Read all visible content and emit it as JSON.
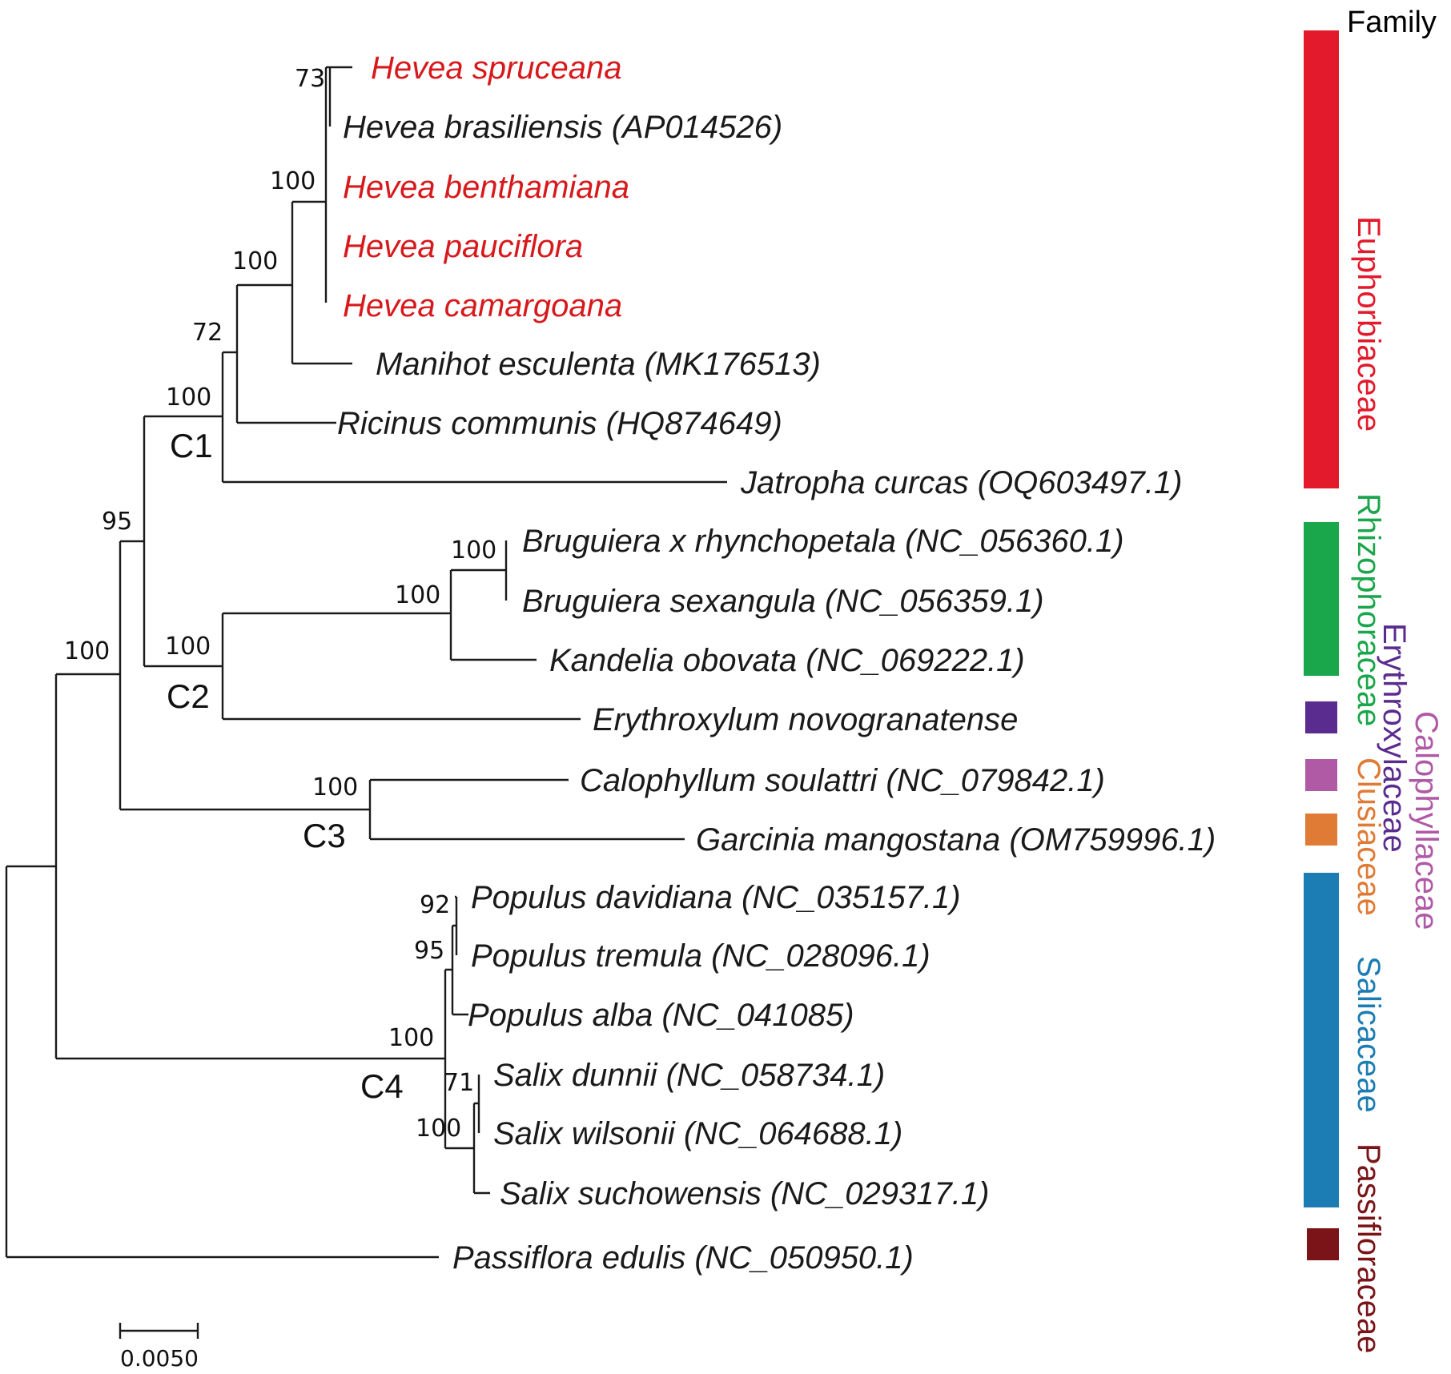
{
  "legend_header": "Family",
  "scale_label": "0.0050",
  "colors": {
    "highlight": "#d7191c",
    "normal": "#1a1a1a",
    "euphorbiaceae": "#e31a2b",
    "rhizophoraceae": "#1aa64a",
    "erythroxylaceae": "#5b2c8f",
    "calophyllaceae": "#b05aa6",
    "clusiaceae": "#e07b35",
    "salicaceae": "#1b7db3",
    "passifloraceae": "#7a1419"
  },
  "taxa": [
    {
      "label": "Hevea spruceana",
      "highlight": true
    },
    {
      "label": "Hevea brasiliensis (AP014526)",
      "highlight": false
    },
    {
      "label": "Hevea benthamiana",
      "highlight": true
    },
    {
      "label": "Hevea pauciflora",
      "highlight": true
    },
    {
      "label": "Hevea camargoana",
      "highlight": true
    },
    {
      "label": "Manihot esculenta (MK176513)",
      "highlight": false
    },
    {
      "label": "Ricinus communis (HQ874649)",
      "highlight": false
    },
    {
      "label": "Jatropha curcas (OQ603497.1)",
      "highlight": false
    },
    {
      "label": "Bruguiera x rhynchopetala (NC_056360.1)",
      "highlight": false
    },
    {
      "label": "Bruguiera sexangula (NC_056359.1)",
      "highlight": false
    },
    {
      "label": "Kandelia obovata (NC_069222.1)",
      "highlight": false
    },
    {
      "label": "Erythroxylum novogranatense",
      "highlight": false
    },
    {
      "label": "Calophyllum soulattri (NC_079842.1)",
      "highlight": false
    },
    {
      "label": "Garcinia mangostana (OM759996.1)",
      "highlight": false
    },
    {
      "label": "Populus davidiana (NC_035157.1)",
      "highlight": false
    },
    {
      "label": "Populus tremula (NC_028096.1)",
      "highlight": false
    },
    {
      "label": "Populus alba (NC_041085)",
      "highlight": false
    },
    {
      "label": "Salix dunnii (NC_058734.1)",
      "highlight": false
    },
    {
      "label": "Salix wilsonii (NC_064688.1)",
      "highlight": false
    },
    {
      "label": "Salix suchowensis (NC_029317.1)",
      "highlight": false
    },
    {
      "label": "Passiflora edulis (NC_050950.1)",
      "highlight": false
    }
  ],
  "support_values": [
    "73",
    "100",
    "100",
    "72",
    "100",
    "95",
    "100",
    "100",
    "100",
    "100",
    "100",
    "92",
    "95",
    "100",
    "71",
    "100"
  ],
  "clades": [
    "C1",
    "C2",
    "C3",
    "C4"
  ],
  "families": [
    {
      "name": "Euphorbiaceae",
      "color_key": "euphorbiaceae"
    },
    {
      "name": "Rhizophoraceae",
      "color_key": "rhizophoraceae"
    },
    {
      "name": "Erythroxylaceae",
      "color_key": "erythroxylaceae"
    },
    {
      "name": "Calophyllaceae",
      "color_key": "calophyllaceae"
    },
    {
      "name": "Clusiaceae",
      "color_key": "clusiaceae"
    },
    {
      "name": "Salicaceae",
      "color_key": "salicaceae"
    },
    {
      "name": "Passifloraceae",
      "color_key": "passifloraceae"
    }
  ]
}
